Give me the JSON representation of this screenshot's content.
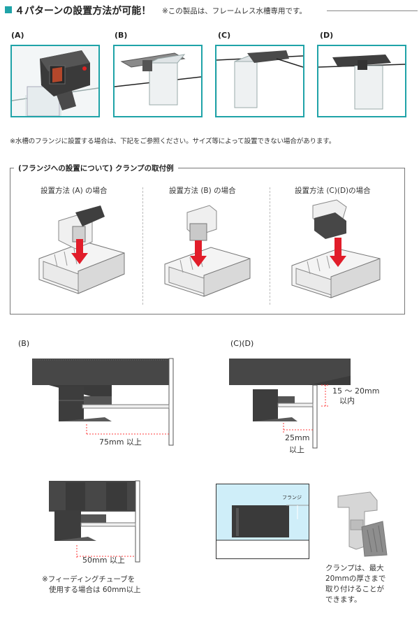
{
  "header": {
    "title": "４パターンの設置方法が可能！",
    "note": "※この製品は、フレームレス水槽専用です。"
  },
  "patterns": [
    {
      "label": "(A)"
    },
    {
      "label": "(B)"
    },
    {
      "label": "(C)"
    },
    {
      "label": "(D)"
    }
  ],
  "flange_note": "※水槽のフランジに設置する場合は、下記をご参照ください。サイズ等によって設置できない場合があります。",
  "flange_section": {
    "title": "(フランジへの設置について) クランプの取付例",
    "cases": [
      {
        "label": "設置方法 (A) の場合"
      },
      {
        "label": "設置方法 (B) の場合"
      },
      {
        "label": "設置方法 (C)(D)の場合"
      }
    ]
  },
  "dimensions": {
    "b_label": "(B)",
    "cd_label": "(C)(D)",
    "b_clearance": "75mm 以上",
    "cd_clearance_line1": "25mm",
    "cd_clearance_line2": "以上",
    "cd_flange_line1": "15 〜 20mm",
    "cd_flange_line2": "以内",
    "a_clearance": "50mm 以上",
    "a_note_line1": "※フィーディングチューブを",
    "a_note_line2": "使用する場合は 60mm以上",
    "flange_label": "フランジ",
    "clamp_note": [
      "クランプは、最大",
      "20mmの厚さまで",
      "取り付けることが",
      "できます。"
    ]
  },
  "colors": {
    "accent": "#1fa3a8",
    "device": "#3d3d3d",
    "arrow": "#e11d2a",
    "dim_line": "#ff3b3b"
  }
}
